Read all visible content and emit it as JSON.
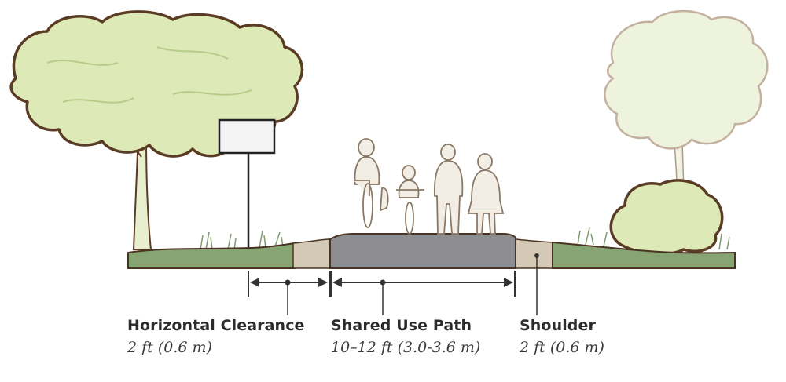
{
  "labels": {
    "clearance": {
      "title": "Horizontal Clearance",
      "value": "2 ft (0.6 m)"
    },
    "path": {
      "title": "Shared Use Path",
      "value": "10–12 ft (3.0-3.6 m)"
    },
    "shoulder": {
      "title": "Shoulder",
      "value": "2 ft (0.6 m)"
    }
  },
  "colors": {
    "path_surface": "#8d8d90",
    "shoulder": "#d4c9b4",
    "grass": "#7fa06a",
    "outline": "#4a3323",
    "tree_light": "#dce8b9",
    "tree_faded": "#eaf0d7",
    "dimension": "#333333"
  },
  "icons": [
    "tree-icon",
    "sign-icon",
    "cyclist-adult-icon",
    "cyclist-child-icon",
    "pedestrian-man-icon",
    "pedestrian-woman-icon",
    "shrub-icon",
    "dimension-arrow-icon"
  ]
}
